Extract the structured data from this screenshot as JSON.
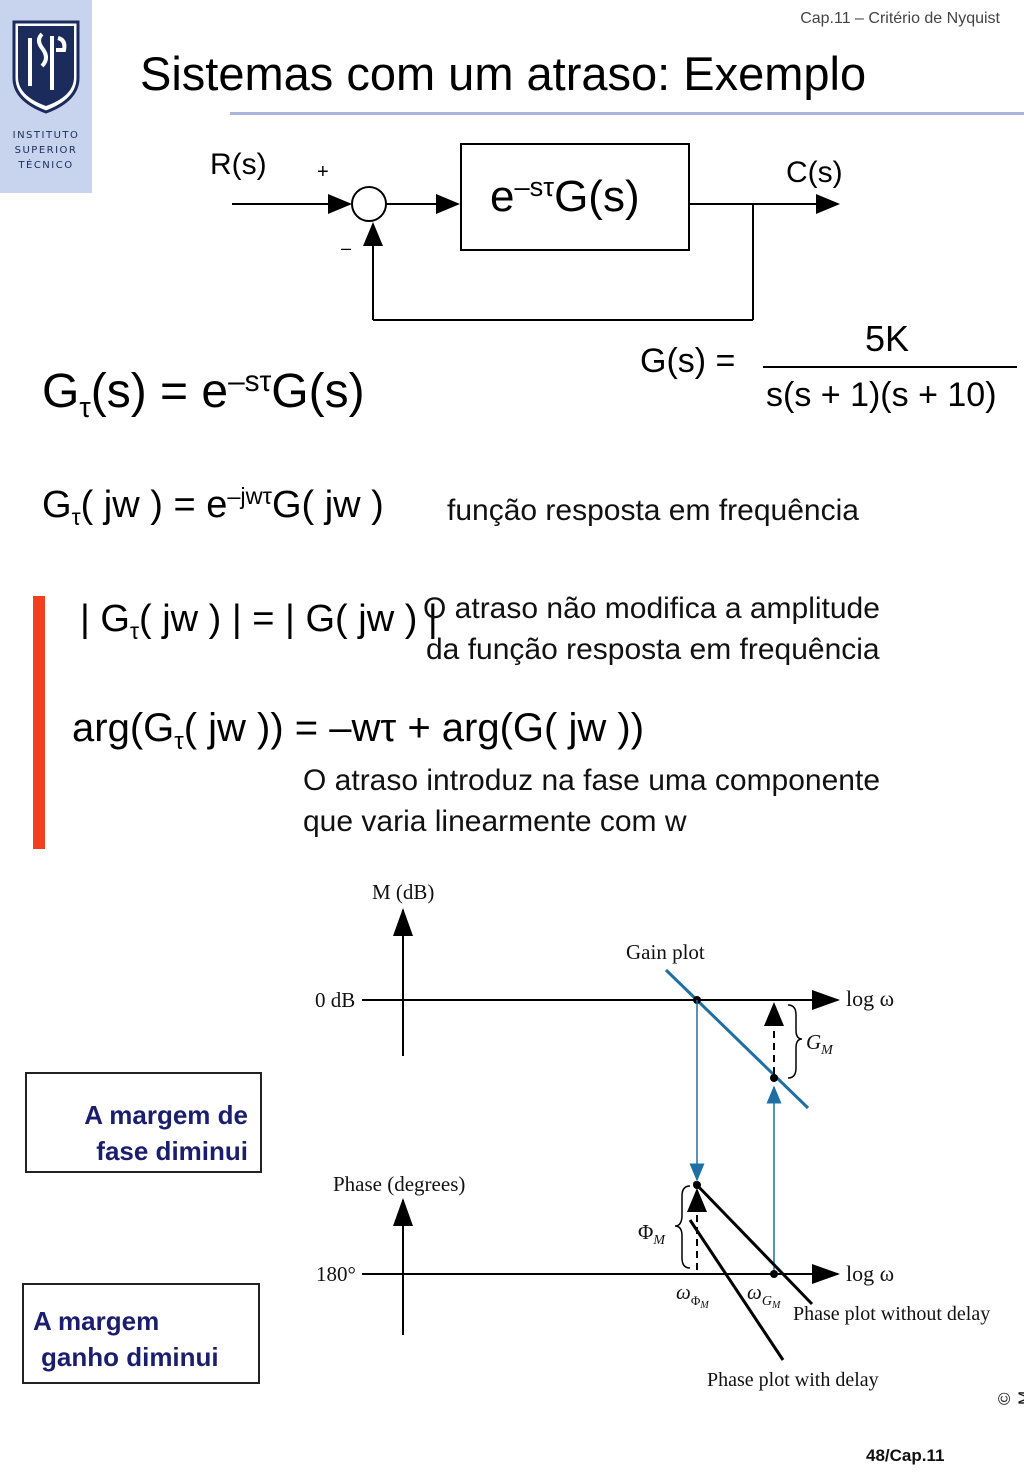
{
  "header": {
    "chapter_note": "Cap.11 – Critério de Nyquist",
    "title": "Sistemas com um atraso: Exemplo"
  },
  "logo": {
    "line1": "INSTITUTO",
    "line2": "SUPERIOR",
    "line3": "TÉCNICO"
  },
  "block_diagram": {
    "input_label": "R(s)",
    "output_label": "C(s)",
    "plus_sign": "+",
    "minus_sign": "–",
    "block_text_e": "e",
    "block_text_exp": "–sτ",
    "block_text_g": "G(s)"
  },
  "equations": {
    "g_def_lhs": "G(s) =",
    "g_def_num": "5K",
    "g_def_den": "s(s + 1)(s + 10)",
    "gtau_s": "(s) = e",
    "gtau_s_exp": "–sτ",
    "gtau_s_tail": "G(s)",
    "gtau_jw": "( jw ) = e",
    "gtau_jw_exp": "–jwτ",
    "gtau_jw_tail": "G( jw )",
    "mag_eq_right": "( jw ) | = | G( jw ) |",
    "arg_eq_left": "arg(G",
    "arg_eq_right": "( jw )) = –wτ + arg(G( jw ))"
  },
  "texts": {
    "freq_response": "função resposta em frequência",
    "amplitude_note_1": "O atraso não modifica a amplitude",
    "amplitude_note_2": "da função resposta em frequência",
    "phase_note_1": "O atraso introduz na fase uma componente",
    "phase_note_2": "que varia linearmente com w"
  },
  "boxes": {
    "phase_margin_1": "A margem de",
    "phase_margin_2": "fase diminui",
    "gain_margin_1": "A margem",
    "gain_margin_2": "ganho diminui"
  },
  "bode": {
    "m_axis_label": "M (dB)",
    "zero_db": "0 dB",
    "gain_plot": "Gain plot",
    "log_omega_top": "log ω",
    "gm_label": "G",
    "gm_sub": "M",
    "phase_axis_label": "Phase (degrees)",
    "deg_180": "180°",
    "log_omega_bottom": "log ω",
    "phi_m_label": "Φ",
    "phi_m_sub": "M",
    "omega_phi_label": "ω",
    "omega_phi_sub": "Φ",
    "omega_phi_sub2": "M",
    "omega_g_label": "ω",
    "omega_g_sub": "G",
    "omega_g_sub2": "M",
    "phase_without_delay": "Phase plot without delay",
    "phase_with_delay": "Phase plot with delay",
    "line_color_blue": "#1f6fa3"
  },
  "footer": {
    "page_number": "48/Cap.11",
    "copyright": "© M."
  }
}
